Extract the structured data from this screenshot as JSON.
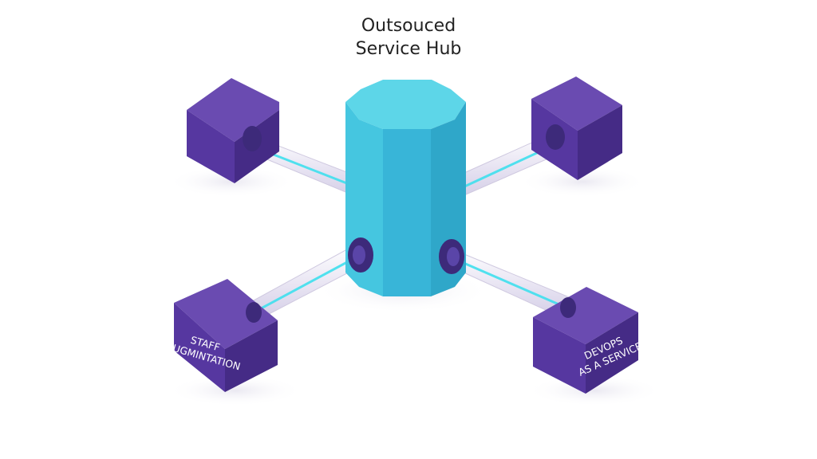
{
  "diagram": {
    "title_lines": [
      "Outsouced",
      "Service Hub"
    ],
    "nodes": [
      {
        "id": "hub",
        "shape": "octagonal-prism",
        "label": ""
      },
      {
        "id": "top-left",
        "shape": "cube",
        "label_lines": []
      },
      {
        "id": "top-right",
        "shape": "cube",
        "label_lines": []
      },
      {
        "id": "bottom-left",
        "shape": "cube",
        "label_lines": [
          "STAFF",
          "AUGMINTATION"
        ]
      },
      {
        "id": "bottom-right",
        "shape": "cube",
        "label_lines": [
          "DEVOPS",
          "AS A SERVICE"
        ]
      }
    ],
    "connections": [
      {
        "from": "hub",
        "to": "top-left"
      },
      {
        "from": "hub",
        "to": "top-right"
      },
      {
        "from": "hub",
        "to": "bottom-left"
      },
      {
        "from": "hub",
        "to": "bottom-right"
      }
    ],
    "colors": {
      "hub_top": "#5dd6e8",
      "hub_left": "#45c6e0",
      "hub_right": "#2fa7c9",
      "cube_top": "#6a4bb1",
      "cube_left": "#5637a0",
      "cube_right": "#452b86",
      "glow": "#3fe0ee",
      "connector": "#3d2a7a",
      "label_text": "#ffffff"
    }
  }
}
